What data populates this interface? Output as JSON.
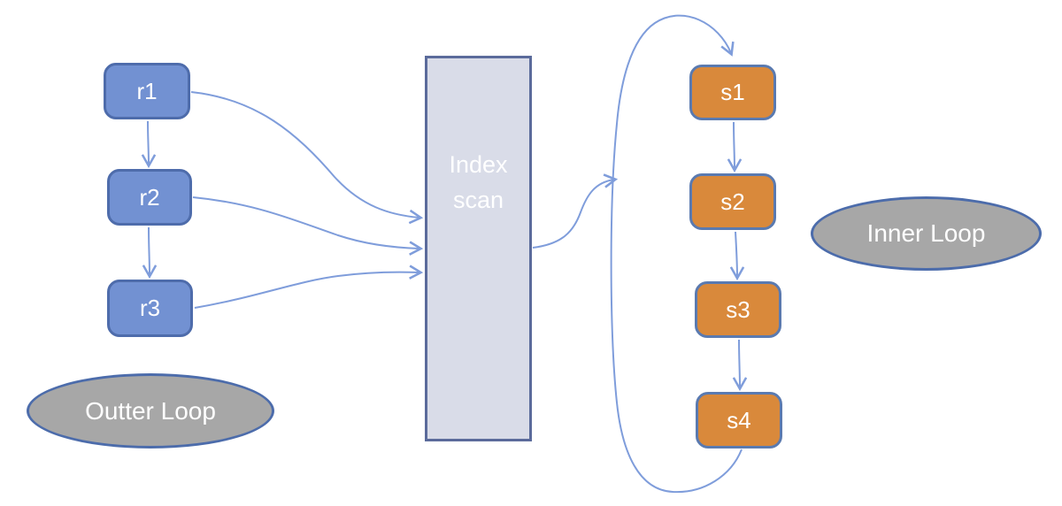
{
  "colors": {
    "canvas-bg": "#ffffff",
    "outer-node-fill": "#7291d2",
    "outer-node-border": "#4e6cab",
    "inner-node-fill": "#d9893b",
    "inner-node-border": "#5a7ab0",
    "scan-fill": "#d9dce8",
    "scan-border": "#5b6b9b",
    "ellipse-fill": "#a7a7a7",
    "ellipse-border": "#4c6cab",
    "arrow": "#7f9ddb",
    "label-text": "#ffffff"
  },
  "nodes": {
    "r1": "r1",
    "r2": "r2",
    "r3": "r3",
    "s1": "s1",
    "s2": "s2",
    "s3": "s3",
    "s4": "s4"
  },
  "index_scan": {
    "line1": "Index",
    "line2": "scan"
  },
  "loops": {
    "outer": "Outter Loop",
    "inner": "Inner Loop"
  }
}
